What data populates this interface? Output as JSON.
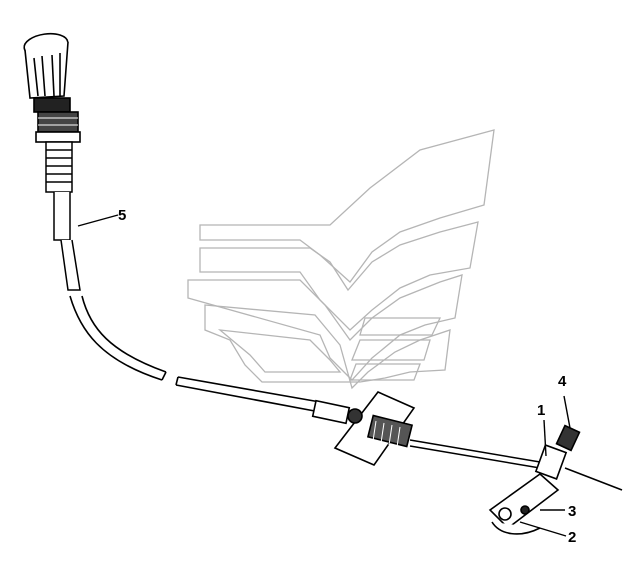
{
  "diagram": {
    "callouts": [
      {
        "id": "part-1",
        "label": "1"
      },
      {
        "id": "part-2",
        "label": "2"
      },
      {
        "id": "part-3",
        "label": "3"
      },
      {
        "id": "part-4",
        "label": "4"
      },
      {
        "id": "part-5",
        "label": "5"
      }
    ]
  },
  "colors": {
    "line": "#000000",
    "watermark": "#b5b5b5",
    "background": "#ffffff"
  }
}
